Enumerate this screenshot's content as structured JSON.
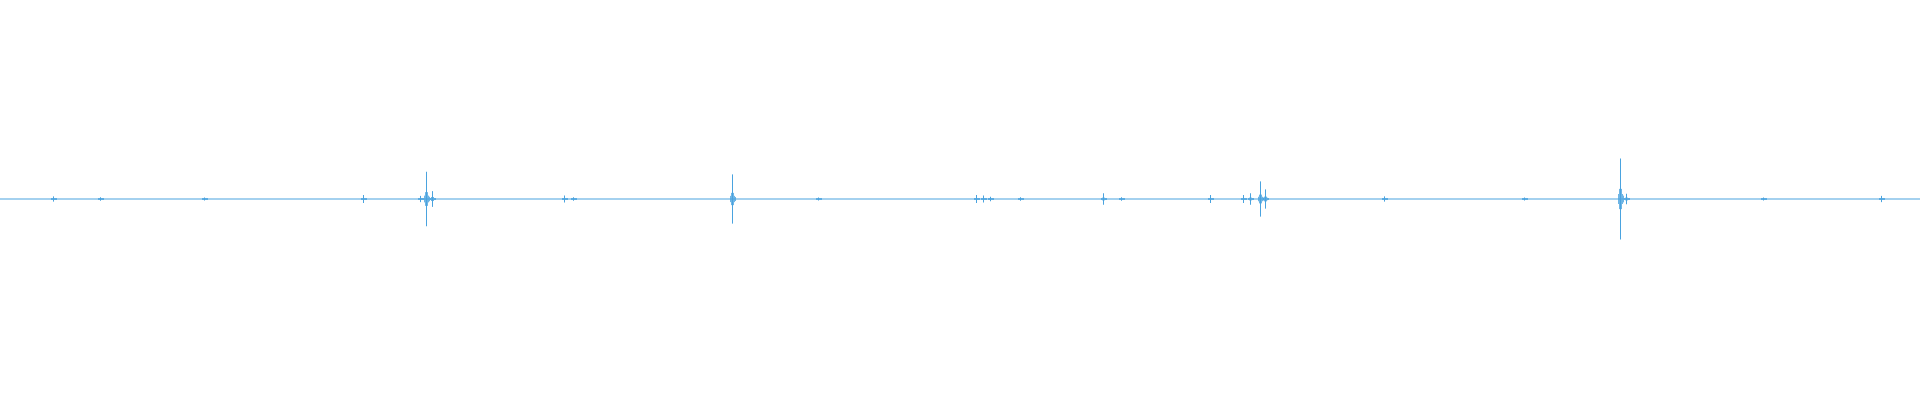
{
  "waveform": {
    "color": "#4aa3df",
    "background": "#ffffff",
    "spikes": [
      {
        "t": 0.0275,
        "amp": 0.06
      },
      {
        "t": 0.052,
        "amp": 0.04
      },
      {
        "t": 0.106,
        "amp": 0.02
      },
      {
        "t": 0.189,
        "amp": 0.09
      },
      {
        "t": 0.219,
        "amp": 0.07
      },
      {
        "t": 0.222,
        "amp": 0.62
      },
      {
        "t": 0.225,
        "amp": 0.18
      },
      {
        "t": 0.294,
        "amp": 0.08
      },
      {
        "t": 0.2985,
        "amp": 0.04
      },
      {
        "t": 0.3815,
        "amp": 0.56
      },
      {
        "t": 0.426,
        "amp": 0.03
      },
      {
        "t": 0.5085,
        "amp": 0.09
      },
      {
        "t": 0.512,
        "amp": 0.08
      },
      {
        "t": 0.5155,
        "amp": 0.05
      },
      {
        "t": 0.531,
        "amp": 0.04
      },
      {
        "t": 0.5745,
        "amp": 0.13
      },
      {
        "t": 0.584,
        "amp": 0.04
      },
      {
        "t": 0.63,
        "amp": 0.09
      },
      {
        "t": 0.6475,
        "amp": 0.09
      },
      {
        "t": 0.651,
        "amp": 0.13
      },
      {
        "t": 0.656,
        "amp": 0.4
      },
      {
        "t": 0.659,
        "amp": 0.22
      },
      {
        "t": 0.721,
        "amp": 0.06
      },
      {
        "t": 0.7935,
        "amp": 0.02
      },
      {
        "t": 0.8435,
        "amp": 0.92
      },
      {
        "t": 0.847,
        "amp": 0.12
      },
      {
        "t": 0.918,
        "amp": 0.02
      },
      {
        "t": 0.9795,
        "amp": 0.07
      }
    ]
  }
}
